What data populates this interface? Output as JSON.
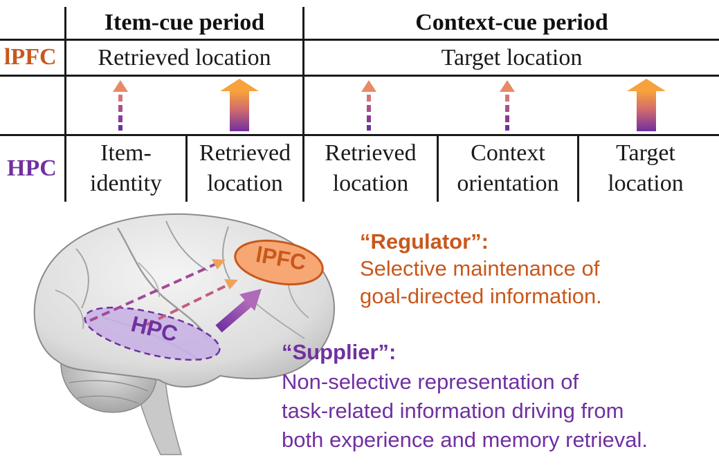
{
  "colors": {
    "lpfc": "#c8581c",
    "hpc": "#7030a0",
    "line": "#1a1a1a",
    "arrow_top": "#f7a23c",
    "arrow_bottom": "#7030a0",
    "lpfc_fill": "#f6a774",
    "hpc_fill": "#c8b2e3"
  },
  "table": {
    "periods": [
      "Item-cue period",
      "Context-cue period"
    ],
    "lpfc_label": "lPFC",
    "hpc_label": "HPC",
    "lpfc_cells": [
      "Retrieved location",
      "Target location"
    ],
    "hpc_cells": [
      {
        "line1": "Item-",
        "line2": "identity"
      },
      {
        "line1": "Retrieved",
        "line2": "location"
      },
      {
        "line1": "Retrieved",
        "line2": "location"
      },
      {
        "line1": "Context",
        "line2": "orientation"
      },
      {
        "line1": "Target",
        "line2": "location"
      }
    ],
    "arrows": [
      "dashed",
      "solid",
      "dashed",
      "dashed",
      "solid"
    ]
  },
  "brain": {
    "lpfc_label": "lPFC",
    "hpc_label": "HPC"
  },
  "regulator": {
    "title": "“Regulator”:",
    "line1": "Selective maintenance of",
    "line2": "goal-directed information."
  },
  "supplier": {
    "title": "“Supplier”:",
    "line1": "Non-selective representation of",
    "line2": "task-related information driving from",
    "line3": "both experience and memory retrieval."
  }
}
